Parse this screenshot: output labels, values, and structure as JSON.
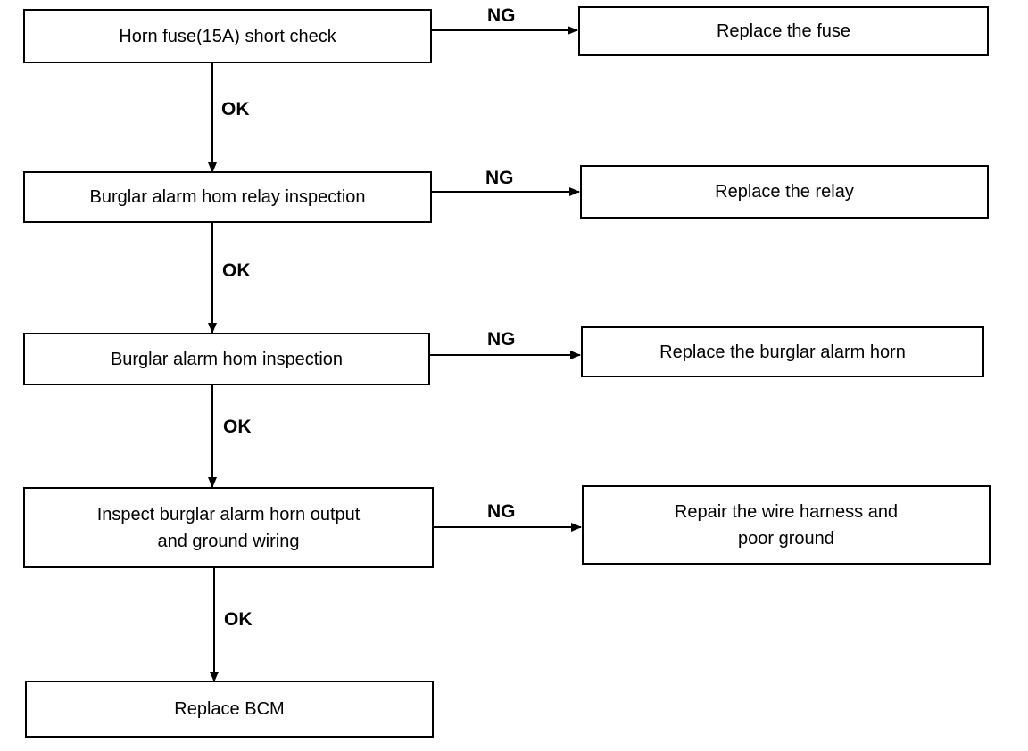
{
  "colors": {
    "line": "#000000",
    "background": "#ffffff"
  },
  "steps": [
    {
      "id": "s1",
      "text": "Horn fuse(15A) short check"
    },
    {
      "id": "s2",
      "text": "Burglar alarm hom relay inspection"
    },
    {
      "id": "s3",
      "text": "Burglar alarm hom inspection"
    },
    {
      "id": "s4",
      "lines": [
        "Inspect burglar alarm horn output",
        "and ground wiring"
      ]
    },
    {
      "id": "s5",
      "text": "Replace BCM"
    }
  ],
  "actions": [
    {
      "id": "a1",
      "text": "Replace the fuse"
    },
    {
      "id": "a2",
      "text": "Replace the relay"
    },
    {
      "id": "a3",
      "text": "Replace the burglar alarm horn"
    },
    {
      "id": "a4",
      "lines": [
        "Repair the wire harness and",
        "poor ground"
      ]
    }
  ],
  "labels": {
    "ng": "NG",
    "ok": "OK"
  }
}
